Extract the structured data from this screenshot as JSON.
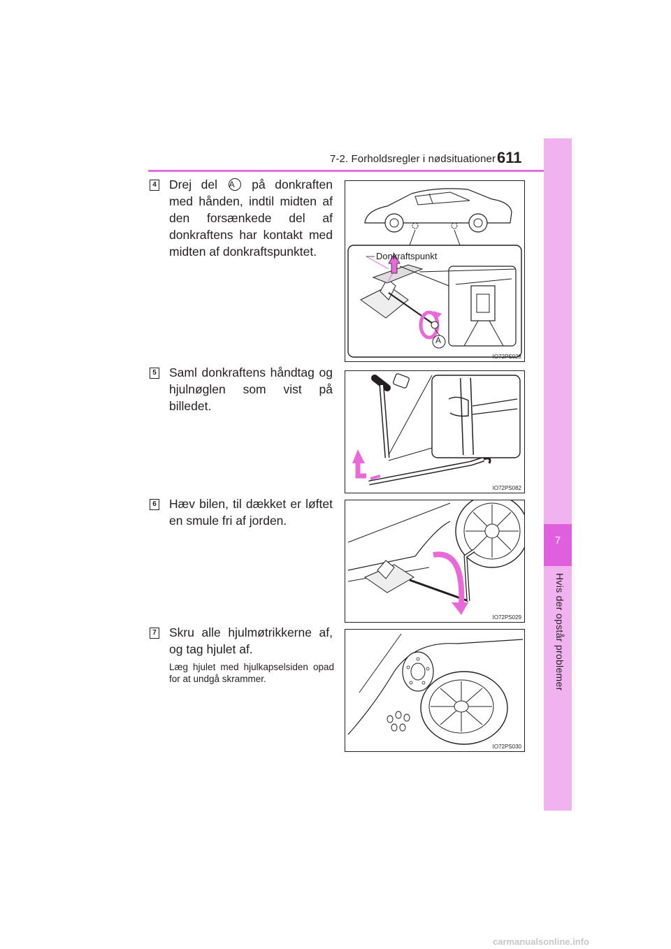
{
  "header": {
    "section": "7-2. Forholdsregler i nødsituationer",
    "page_number": "611"
  },
  "side_tab": {
    "chapter_number": "7",
    "chapter_title": "Hvis der opstår problemer"
  },
  "steps": [
    {
      "number": "4",
      "text_before": "Drej del",
      "callout": "A",
      "text_after": "på donkraften med hånden, indtil midten af den forsænkede del af donkraftens har kontakt med midten af don­kraftspunktet."
    },
    {
      "number": "5",
      "text": "Saml donkraftens håndtag og hjulnøglen som vist på billedet."
    },
    {
      "number": "6",
      "text": "Hæv bilen, til dækket er løftet en smule fri af jorden."
    },
    {
      "number": "7",
      "text": "Skru alle hjulmøtrikkerne af, og tag hjulet af.",
      "note": "Læg hjulet med hjulkapselsiden opad for at undgå skrammer."
    }
  ],
  "figures": [
    {
      "code": "IO72PS028",
      "label": "Donkraftspunkt",
      "callout": "A"
    },
    {
      "code": "IO72PS082"
    },
    {
      "code": "IO72PS029"
    },
    {
      "code": "IO72PS030"
    }
  ],
  "watermark": "carmanualsonline.info",
  "colors": {
    "accent": "#e16fe0",
    "tab_light": "#f0b3ef",
    "tab_dark": "#e05fdf",
    "arrow": "#e86ad8"
  }
}
